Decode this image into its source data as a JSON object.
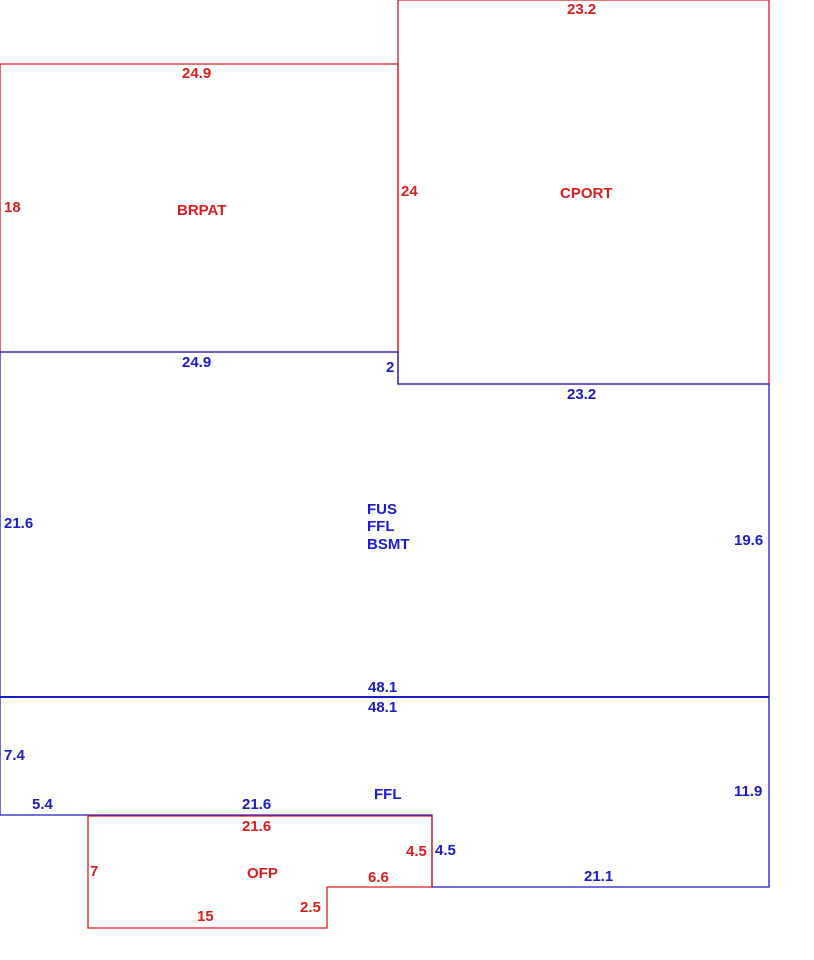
{
  "colors": {
    "red": "#dd1c1c",
    "blue": "#1c1cc8"
  },
  "areas": {
    "brpat": {
      "name": "BRPAT",
      "top": "24.9",
      "left": "18",
      "right": "24",
      "bottom": "24.9"
    },
    "cport": {
      "name": "CPORT",
      "top": "23.2",
      "bottom": "23.2"
    },
    "main": {
      "names": [
        "FUS",
        "FFL",
        "BSMT"
      ],
      "step": "2",
      "left": "21.6",
      "right": "19.6",
      "bottom": "48.1"
    },
    "ffl": {
      "name": "FFL",
      "top": "48.1",
      "left": "7.4",
      "bottom_left": "5.4",
      "bottom_mid": "21.6",
      "notch": "4.5",
      "bottom_right": "21.1",
      "right": "11.9"
    },
    "ofp": {
      "name": "OFP",
      "top": "21.6",
      "left": "7",
      "right": "4.5",
      "step_top": "6.6",
      "step_side": "2.5",
      "bottom": "15"
    }
  }
}
